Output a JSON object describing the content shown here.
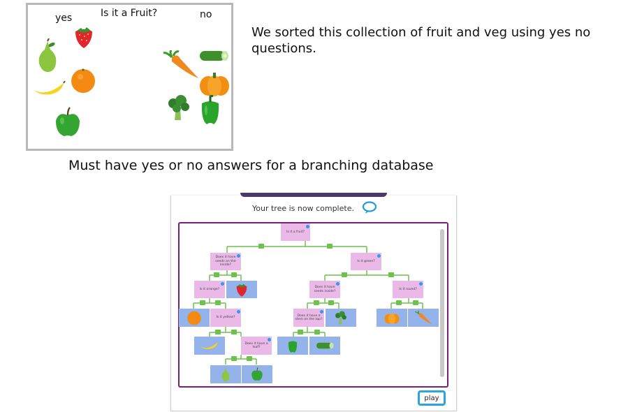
{
  "sort_box": {
    "yes_label": "yes",
    "question": "Is it a Fruit?",
    "no_label": "no",
    "items": [
      "strawberry",
      "pear",
      "orange",
      "banana",
      "apple",
      "carrot",
      "cucumber",
      "pumpkin",
      "broccoli",
      "green-pepper"
    ]
  },
  "description": "We sorted this collection of fruit and veg using yes no questions.",
  "subheading": "Must have yes or no answers for a branching database",
  "tree_panel": {
    "status": "Your tree is now complete.",
    "questions": {
      "root": "Is it a fruit?",
      "seeds": "Does it have seeds on the inside?",
      "green": "Is it green?",
      "orange": "Is it orange?",
      "seeds2": "Does it have seeds inside?",
      "round": "Is it round?",
      "yellow": "Is it yellow?",
      "stem": "Does it have a stem on the top?",
      "leaf": "Does it have a leaf?"
    },
    "answers": [
      "strawberry",
      "orange",
      "banana",
      "pear",
      "apple",
      "broccoli",
      "green-pepper",
      "cucumber",
      "pumpkin",
      "carrot"
    ],
    "play_label": "play"
  },
  "colors": {
    "question_node": "#eab9e8",
    "answer_node": "#94b3ea",
    "branch": "#6cc24a",
    "frame": "#7a1e78",
    "accent": "#2aa5e2"
  }
}
